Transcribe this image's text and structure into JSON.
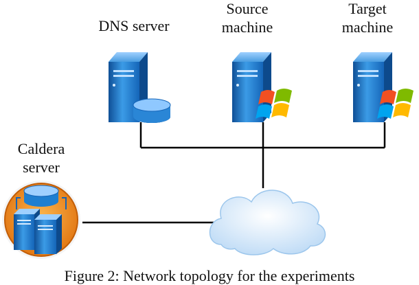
{
  "nodes": {
    "dns": {
      "label": "DNS server",
      "icon": "server-database-icon"
    },
    "source": {
      "label": "Source\nmachine",
      "icon": "server-windows-icon"
    },
    "target": {
      "label": "Target\nmachine",
      "icon": "server-windows-icon"
    },
    "caldera": {
      "label": "Caldera\nserver",
      "icon": "server-cluster-icon"
    },
    "network": {
      "icon": "cloud-icon"
    }
  },
  "caption": "Figure 2: Network topology for the experiments",
  "colors": {
    "server_blue": "#1f7fd0",
    "server_dark": "#0f4f96",
    "cloud": "#cfe4f8",
    "caldera_orange": "#f08a1c",
    "line": "#000000"
  }
}
